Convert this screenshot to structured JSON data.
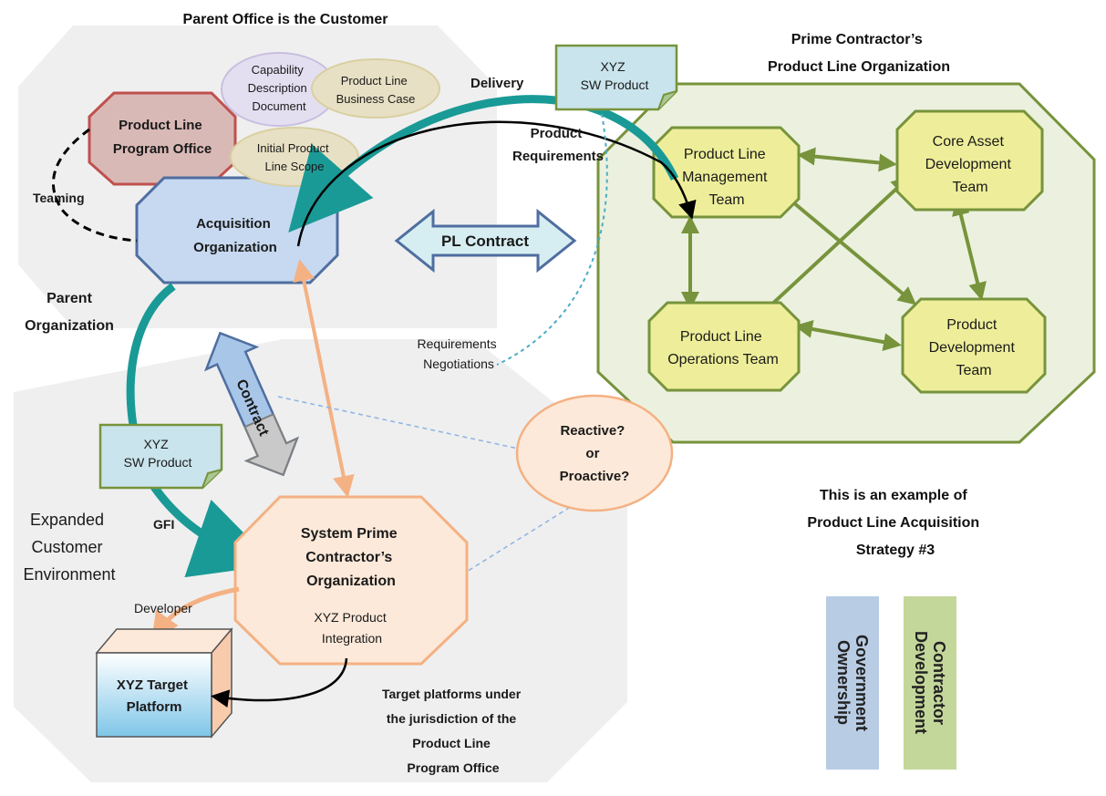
{
  "titles": {
    "customer": "Parent Office is the Customer",
    "contractor_line1": "Prime Contractor’s",
    "contractor_line2": "Product Line Organization",
    "example_line1": "This is an example of",
    "example_line2": "Product Line Acquisition",
    "example_line3": "Strategy #3"
  },
  "nodes": {
    "pl_program_office": [
      "Product Line",
      "Program Office"
    ],
    "acquisition_org": [
      "Acquisition",
      "Organization"
    ],
    "capability_doc": [
      "Capability",
      "Description",
      "Document"
    ],
    "business_case": [
      "Product Line",
      "Business Case"
    ],
    "initial_scope": [
      "Initial Product",
      "Line Scope"
    ],
    "system_prime": [
      "System Prime",
      "Contractor’s",
      "Organization"
    ],
    "system_prime_sub": [
      "XYZ Product",
      "Integration"
    ],
    "target_platform": [
      "XYZ  Target",
      "Platform"
    ],
    "pl_mgmt_team": [
      "Product Line",
      "Management",
      "Team"
    ],
    "core_asset_team": [
      "Core Asset",
      "Development",
      "Team"
    ],
    "pl_ops_team": [
      "Product Line",
      "Operations Team"
    ],
    "product_dev_team": [
      "Product",
      "Development",
      "Team"
    ],
    "reactive": [
      "Reactive?",
      "or",
      "Proactive?"
    ],
    "sw_product_top": [
      "XYZ",
      "SW Product"
    ],
    "sw_product_left": [
      "XYZ",
      "SW Product"
    ]
  },
  "labels": {
    "teaming": "Teaming",
    "delivery": "Delivery",
    "product_requirements": [
      "Product",
      "Requirements"
    ],
    "pl_contract": "PL Contract",
    "contract": "Contract",
    "parent_org_1": "Parent",
    "parent_org_2": "Organization",
    "req_negotiations": [
      "Requirements",
      "Negotiations"
    ],
    "gfi": "GFI",
    "expanded_env": [
      "Expanded",
      "Customer",
      "Environment"
    ],
    "developer": "Developer",
    "target_note": [
      "Target platforms under",
      "the jurisdiction of the",
      "Product Line",
      "Program Office"
    ]
  },
  "legend": {
    "gov": "Government\nOwnership",
    "gov_color": "#b8cce4",
    "con": "Contractor\nDevelopment",
    "con_color": "#c4d79b"
  },
  "colors": {
    "teal": "#1a9a96",
    "green_arrow": "#77933c",
    "peach_arrow": "#f4b183",
    "region_gray": "#efefef",
    "contractor_region": "#ebf1de"
  }
}
